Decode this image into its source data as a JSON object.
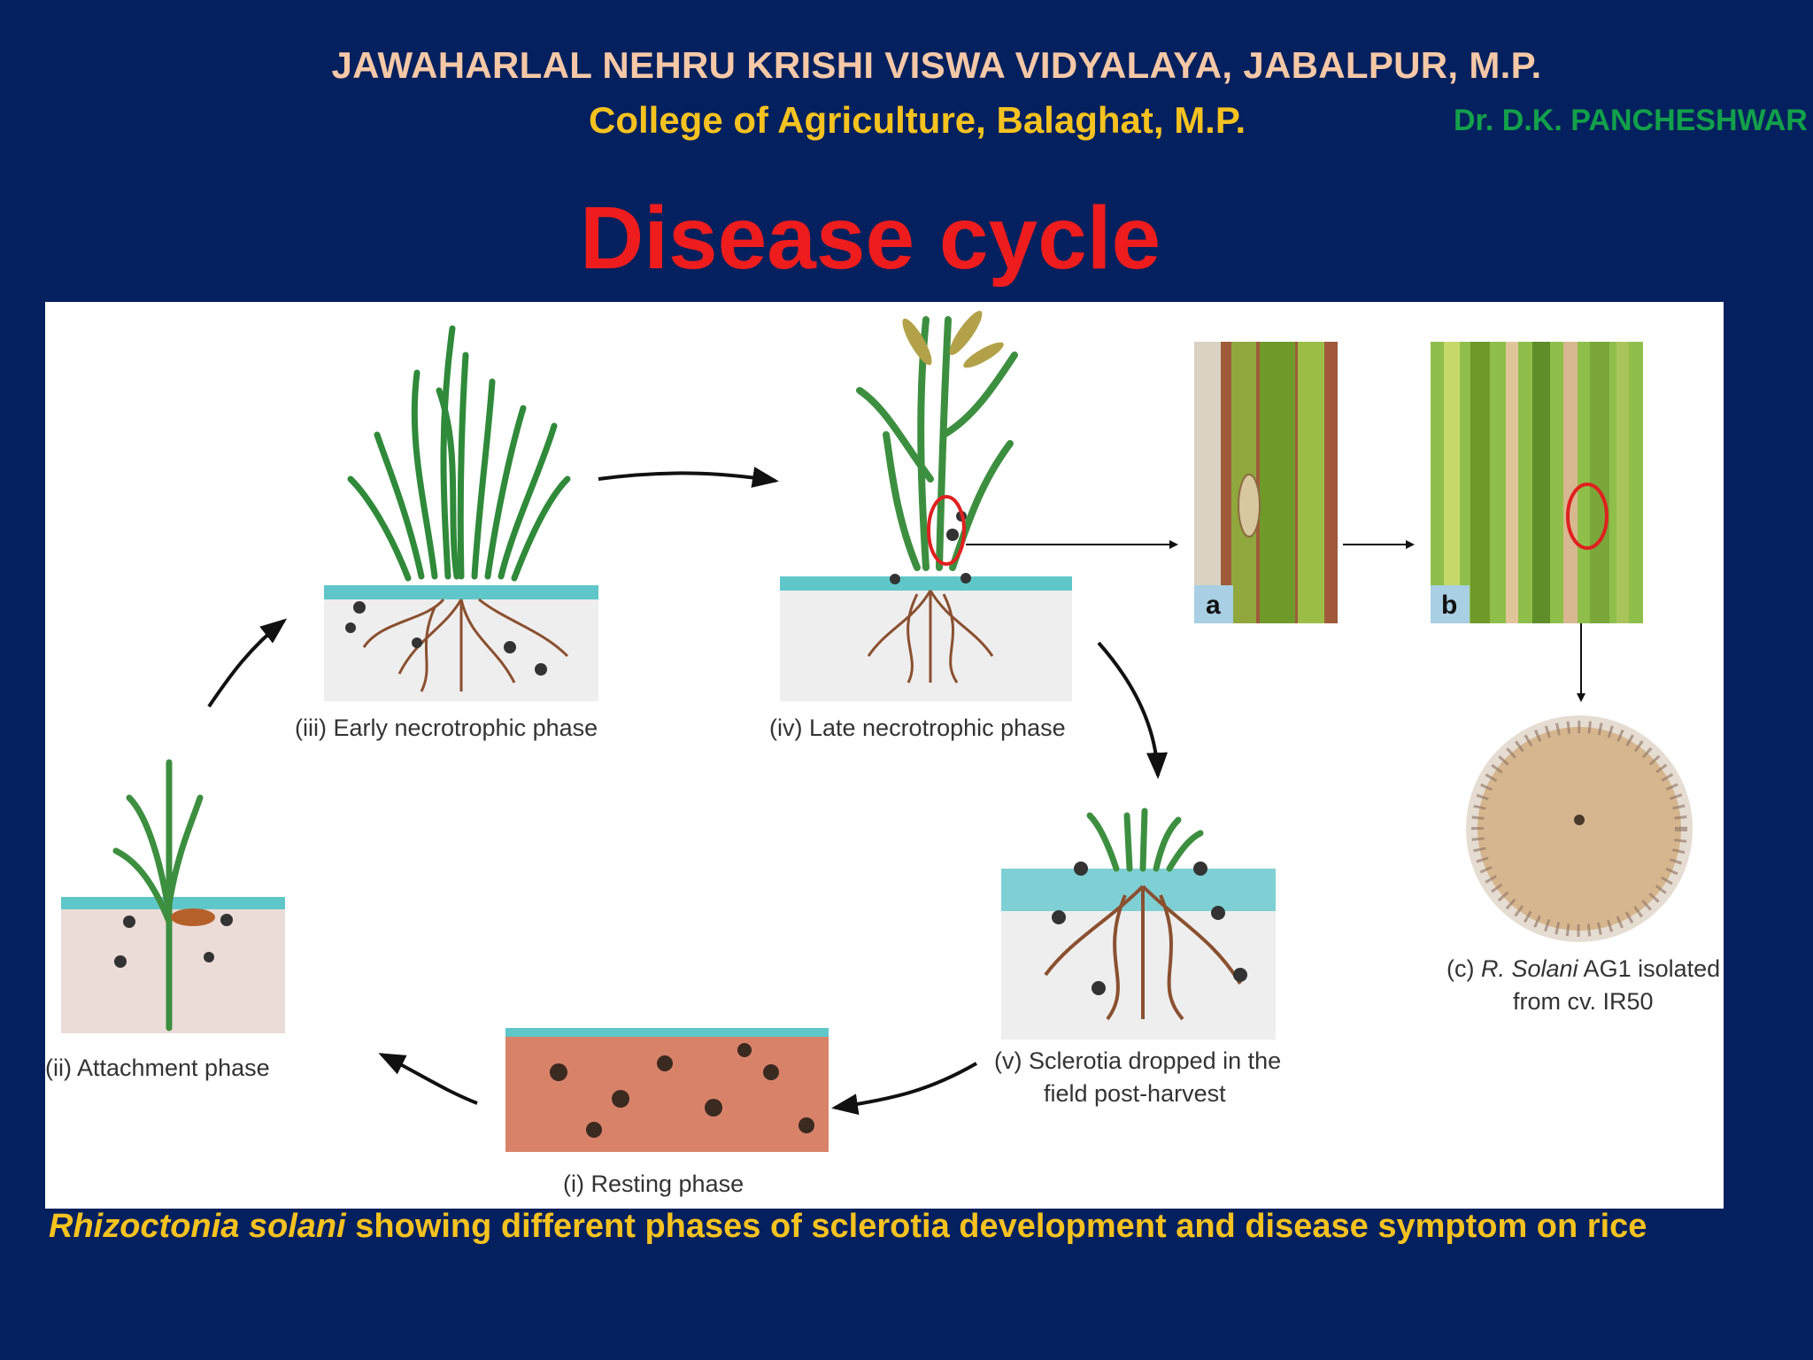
{
  "header": {
    "university": "JAWAHARLAL NEHRU KRISHI VISWA VIDYALAYA, JABALPUR, M.P.",
    "college": "College of Agriculture, Balaghat, M.P.",
    "author": "Dr. D.K. PANCHESHWAR"
  },
  "slide_title": "Disease cycle",
  "diagram": {
    "phase_iii": "(iii) Early necrotrophic phase",
    "phase_iv": "(iv) Late necrotrophic phase",
    "phase_ii": "(ii) Attachment phase",
    "phase_v_line1": "(v) Sclerotia dropped in the",
    "phase_v_line2": "field post-harvest",
    "phase_i": "(i) Resting phase",
    "c_prefix": "(c) ",
    "c_species": "R. Solani",
    "c_suffix": " AG1 isolated",
    "c_line2": "from cv. IR50",
    "photo_a_tag": "a",
    "photo_b_tag": "b"
  },
  "caption": {
    "species": "Rhizoctonia solani",
    "text": " showing different phases of sclerotia development and disease symptom on rice"
  },
  "colors": {
    "background": "#04205e",
    "title": "#ee1c1c",
    "university": "#f6c8a6",
    "college": "#f6c21e",
    "author": "#13a04a",
    "caption": "#f6c21e"
  }
}
